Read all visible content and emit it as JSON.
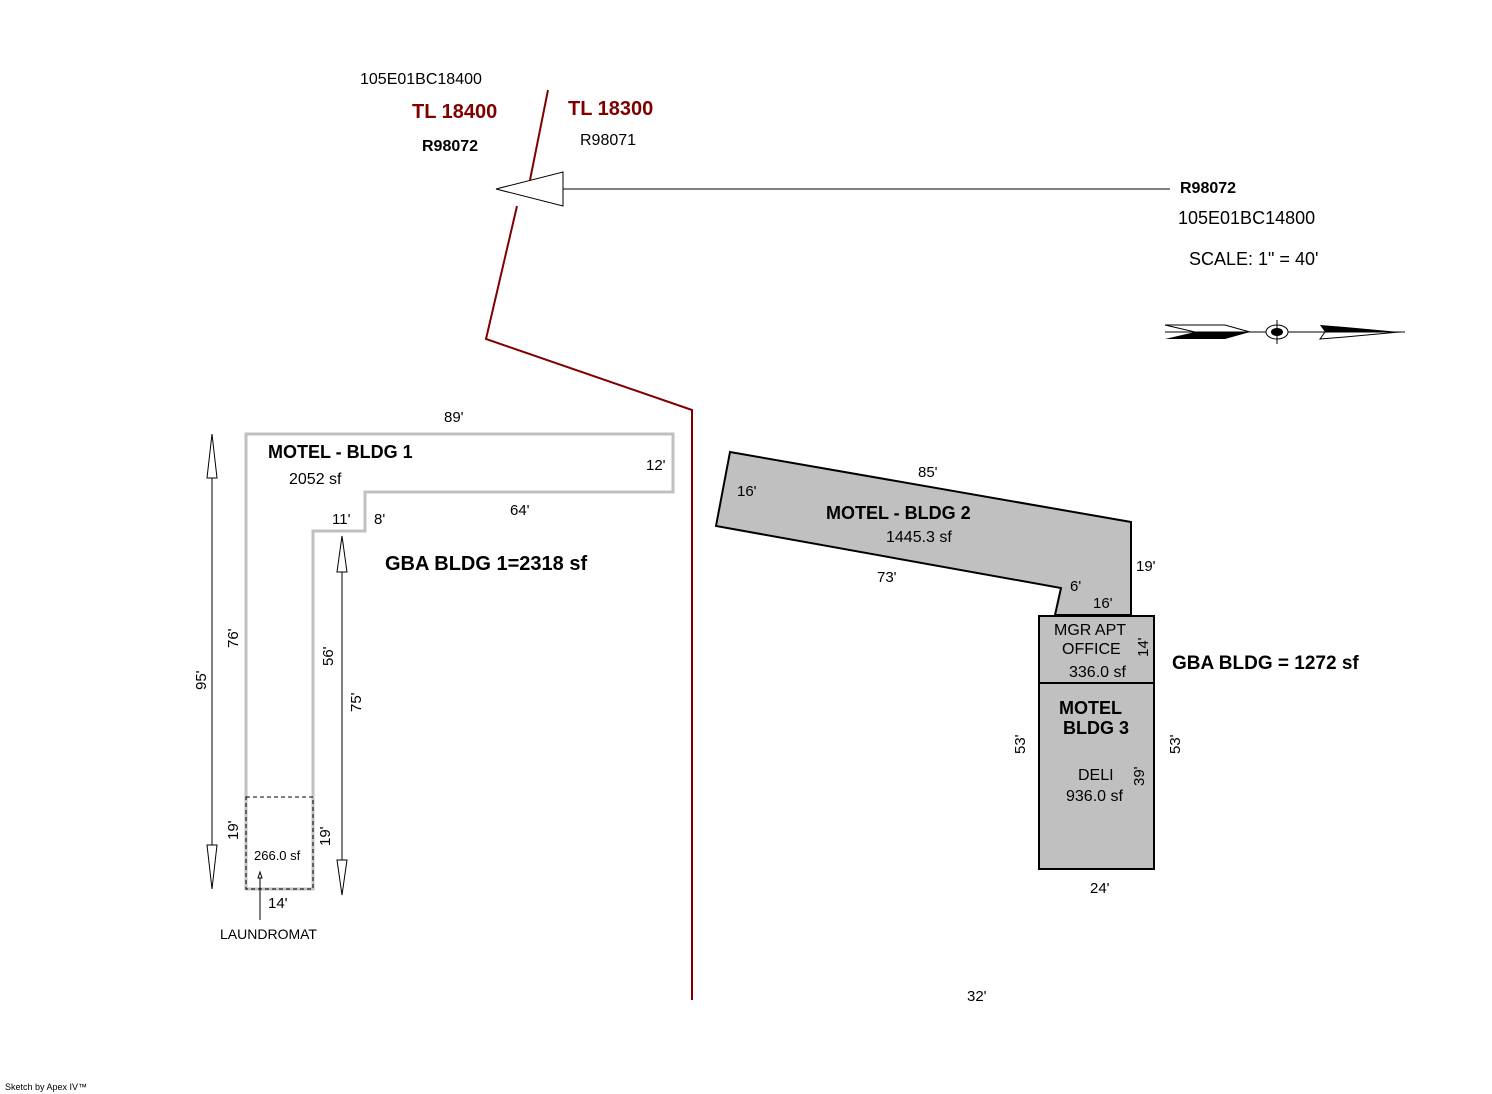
{
  "title_block": {
    "parcel_left_id": "105E01BC18400",
    "tax_lot_left": "TL 18400",
    "account_left": "R98072",
    "tax_lot_right": "TL 18300",
    "account_right": "R98071",
    "pointer_account": "R98072",
    "pointer_parcel_id": "105E01BC14800",
    "scale": "SCALE: 1\" = 40'"
  },
  "colors": {
    "property_line": "#800000",
    "bldg1_outline": "#c0c0c0",
    "building_fill": "#c0c0c0",
    "ink": "#000000"
  },
  "bldg1": {
    "name": "MOTEL - BLDG 1",
    "area": "2052 sf",
    "gba": "GBA BLDG 1=2318 sf",
    "dims": {
      "top": "89'",
      "right": "12'",
      "inner_top": "64'",
      "step_v": "8'",
      "step_h": "11'",
      "left": "76'",
      "inner_left": "56'",
      "overall_left": "95'",
      "overall_inner": "75'",
      "laundry_left": "19'",
      "laundry_right": "19'",
      "laundry_bottom": "14'"
    },
    "laundromat": {
      "label": "LAUNDROMAT",
      "area": "266.0 sf"
    }
  },
  "bldg2": {
    "name": "MOTEL - BLDG 2",
    "area": "1445.3 sf",
    "dims": {
      "top": "85'",
      "left": "16'",
      "bottom": "73'",
      "right": "19'",
      "notch": "6'",
      "base": "16'"
    }
  },
  "bldg3": {
    "office_line1": "MGR APT",
    "office_line2": "OFFICE",
    "office_area": "336.0 sf",
    "office_depth": "14'",
    "name_line1": "MOTEL",
    "name_line2": "BLDG 3",
    "deli_label": "DELI",
    "deli_area": "936.0 sf",
    "deli_depth": "39'",
    "left": "53'",
    "right": "53'",
    "bottom": "24'",
    "gba": "GBA BLDG  = 1272 sf"
  },
  "misc": {
    "bottom_dim": "32'",
    "credit": "Sketch by Apex IV™"
  }
}
